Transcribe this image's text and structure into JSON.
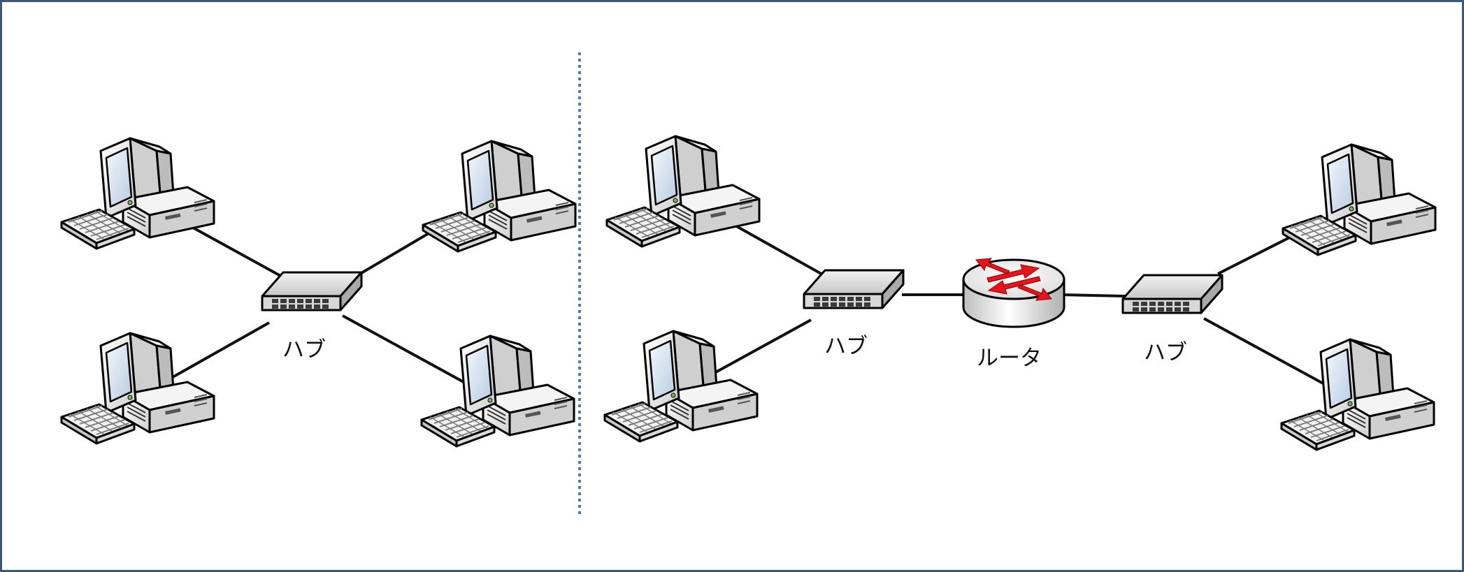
{
  "colors": {
    "frame": "#3b5779",
    "divider": "#4a7ab8",
    "cable": "#111111",
    "router_arrows": "#e8141b",
    "device_body": "#e7e7e7",
    "screen": "#d3e2f0"
  },
  "left_network": {
    "hub_label": "ハブ",
    "computer_count": 4
  },
  "right_network": {
    "hub_left_label": "ハブ",
    "router_label": "ルータ",
    "hub_right_label": "ハブ",
    "computer_count": 4
  },
  "icons": [
    "computer-icon",
    "hub-icon",
    "router-icon"
  ]
}
